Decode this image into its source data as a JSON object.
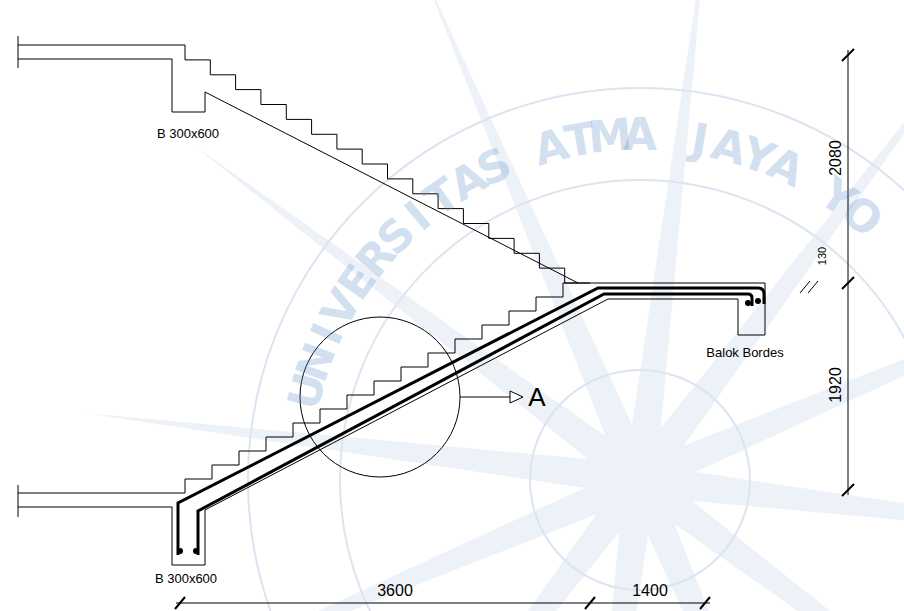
{
  "diagram": {
    "labels": [
      "B 300x600",
      "2080",
      "130",
      "Balok Bordes",
      "A",
      "1920",
      "B 300x600",
      "3600",
      "1400",
      "UNIVERSITAS ATMA JAYA YO"
    ]
  }
}
